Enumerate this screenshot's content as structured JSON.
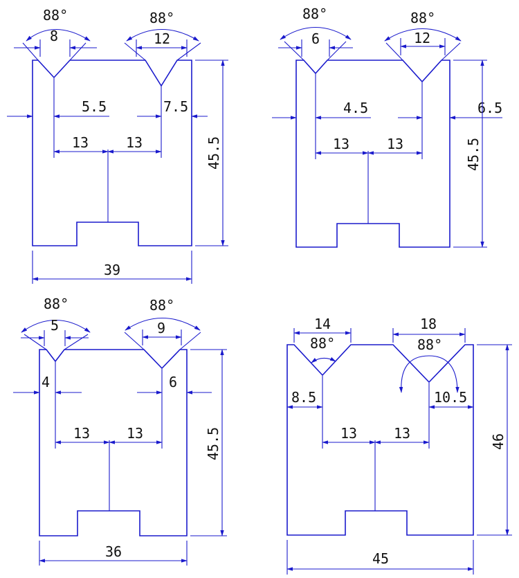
{
  "colors": {
    "line": "#1a1acc",
    "text": "#111111",
    "background": "#ffffff"
  },
  "dies": [
    {
      "id": "die-1",
      "angle_left": "88°",
      "angle_right": "88°",
      "groove_left_width": "8",
      "groove_right_width": "12",
      "offset_left": "5.5",
      "offset_right": "7.5",
      "center_left": "13",
      "center_right": "13",
      "height": "45.5",
      "width": "39"
    },
    {
      "id": "die-2",
      "angle_left": "88°",
      "angle_right": "88°",
      "groove_left_width": "6",
      "groove_right_width": "12",
      "offset_left": "4.5",
      "offset_right": "6.5",
      "center_left": "13",
      "center_right": "13",
      "height": "45.5",
      "width": ""
    },
    {
      "id": "die-3",
      "angle_left": "88°",
      "angle_right": "88°",
      "groove_left_width": "5",
      "groove_right_width": "9",
      "offset_left": "4",
      "offset_right": "6",
      "center_left": "13",
      "center_right": "13",
      "height": "45.5",
      "width": "36"
    },
    {
      "id": "die-4",
      "angle_left": "88°",
      "angle_right": "88°",
      "groove_left_width": "14",
      "groove_right_width": "18",
      "offset_left": "8.5",
      "offset_right": "10.5",
      "center_left": "13",
      "center_right": "13",
      "height": "46",
      "width": "45"
    }
  ]
}
